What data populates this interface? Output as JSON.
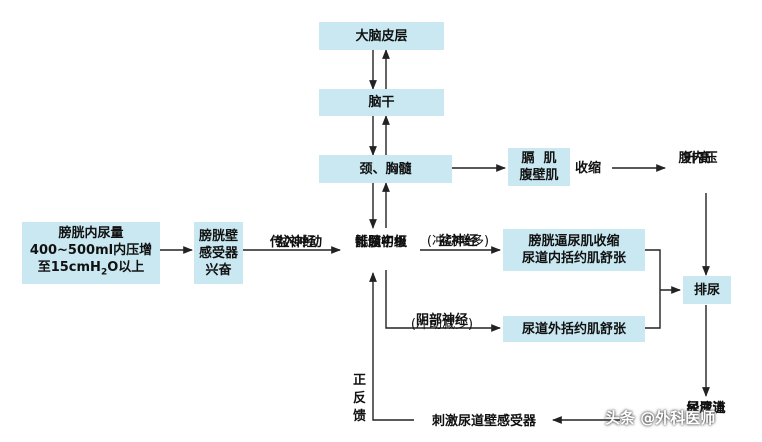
{
  "boxes": {
    "cortex": "大脑皮层",
    "brainstem": "脑干",
    "cervical": "颈、胸髓",
    "abdominal_muscles_line1": "膈  肌",
    "abdominal_muscles_line2": "腹壁肌",
    "bladder_volume_line1": "膀胱内尿量",
    "bladder_volume_line2": "400~500ml内压增",
    "bladder_volume_line3_prefix": "至15cmH",
    "bladder_volume_line3_sub": "2",
    "bladder_volume_line3_suffix": "O以上",
    "receptor_line1": "膀胱壁",
    "receptor_line2": "感受器",
    "receptor_line3": "兴奋",
    "detrusor_line1": "膀胱逼尿肌收缩",
    "detrusor_line2": "尿道内括约肌舒张",
    "external_sphincter": "尿道外括约肌舒张",
    "urination": "排尿",
    "urethra_receptor": "刺激尿道壁感受器"
  },
  "labels": {
    "contraction": "收缩",
    "abdominal_pressure_line1": "腹内压",
    "abdominal_pressure_line2": "升高",
    "pelvic_afferent_line1": "盆神经",
    "pelvic_afferent_line2": "传入冲动",
    "sacral_center_line1": "骶髓初级",
    "sacral_center_line2": "排尿中枢",
    "pelvic_efferent_line1": "盆神经",
    "pelvic_efferent_line2": "(冲动增多)",
    "pudendal_line1": "阴部神经",
    "pudendal_line2": "(冲动减少)",
    "positive_feedback": "正反馈",
    "urine_flow_line1": "尿液流",
    "urine_flow_line2": "经尿道"
  },
  "watermark": "头条 @外科医师",
  "colors": {
    "box_fill": "#c9e8f1",
    "arrow": "#222222"
  }
}
